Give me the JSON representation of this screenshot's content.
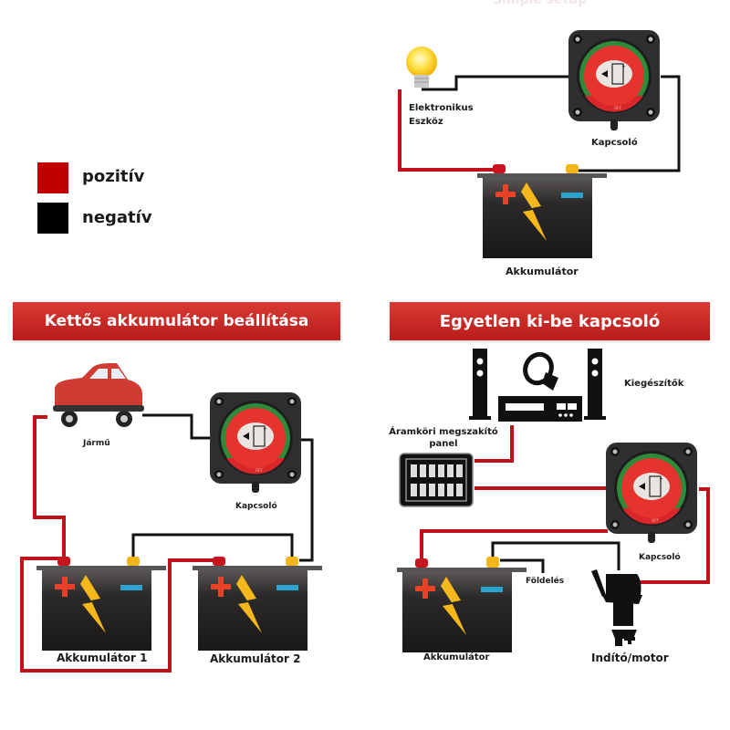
{
  "header_faded": "Simple setup",
  "legend": {
    "positive": {
      "label": "pozitív",
      "color": "#c00000"
    },
    "negative": {
      "label": "negatív",
      "color": "#000000"
    }
  },
  "colors": {
    "positive_wire": "#c0101a",
    "negative_wire": "#111111",
    "banner": "#c8262a",
    "battery_plus": "#e8412a",
    "battery_minus": "#2aa4cf",
    "bolt": "#f5b81c",
    "terminal_positive": "#c8141e",
    "terminal_negative": "#f2b51a"
  },
  "simple_setup": {
    "device_label_line1": "Elektronikus",
    "device_label_line2": "Eszköz",
    "switch_label": "Kapcsoló",
    "battery_label": "Akkumulátor"
  },
  "dual_battery": {
    "title": "Kettős akkumulátor beállítása",
    "vehicle_label": "Jármű",
    "switch_label": "Kapcsoló",
    "battery1_label": "Akkumulátor 1",
    "battery2_label": "Akkumulátor 2"
  },
  "single_switch": {
    "title": "Egyetlen ki-be kapcsoló",
    "accessories_label": "Kiegészítők",
    "breaker_label_line1": "Áramköri megszakító",
    "breaker_label_line2": "panel",
    "switch_label": "Kapcsoló",
    "ground_label": "Földelés",
    "battery_label": "Akkumulátor",
    "motor_label": "Indító/motor"
  },
  "switch_off_text": "OFF"
}
